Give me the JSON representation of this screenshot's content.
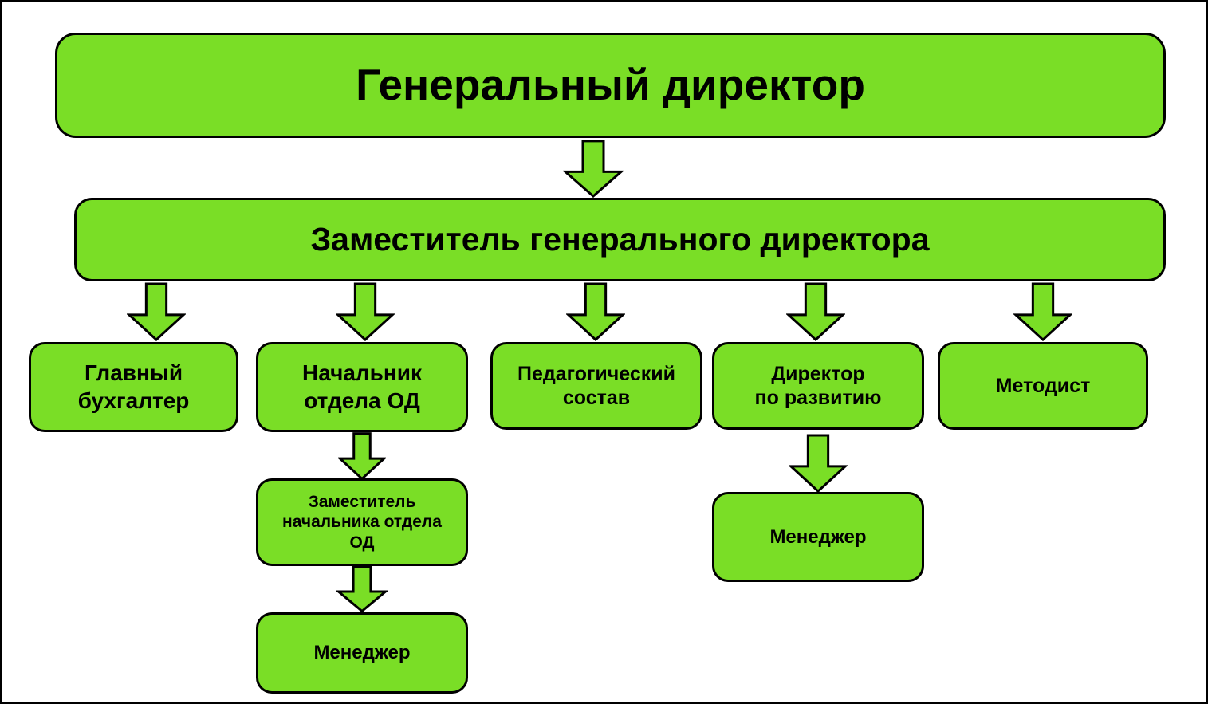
{
  "colors": {
    "node_fill": "#7ADE26",
    "node_border": "#000000",
    "background": "#FFFFFF",
    "text": "#000000"
  },
  "diagram_type": "org-chart",
  "nodes": {
    "general_director": "Генеральный директор",
    "deputy_general_director": "Заместитель генерального директора",
    "chief_accountant": "Главный\nбухгалтер",
    "head_of_od_department": "Начальник\nотдела ОД",
    "pedagogical_staff": "Педагогический\nсостав",
    "development_director": "Директор\nпо развитию",
    "methodist": "Методист",
    "deputy_head_of_od_department": "Заместитель\nначальника отдела\nОД",
    "manager_od": "Менеджер",
    "manager_development": "Менеджер"
  },
  "edges": [
    {
      "from": "general_director",
      "to": "deputy_general_director"
    },
    {
      "from": "deputy_general_director",
      "to": "chief_accountant"
    },
    {
      "from": "deputy_general_director",
      "to": "head_of_od_department"
    },
    {
      "from": "deputy_general_director",
      "to": "pedagogical_staff"
    },
    {
      "from": "deputy_general_director",
      "to": "development_director"
    },
    {
      "from": "deputy_general_director",
      "to": "methodist"
    },
    {
      "from": "head_of_od_department",
      "to": "deputy_head_of_od_department"
    },
    {
      "from": "deputy_head_of_od_department",
      "to": "manager_od"
    },
    {
      "from": "development_director",
      "to": "manager_development"
    }
  ]
}
